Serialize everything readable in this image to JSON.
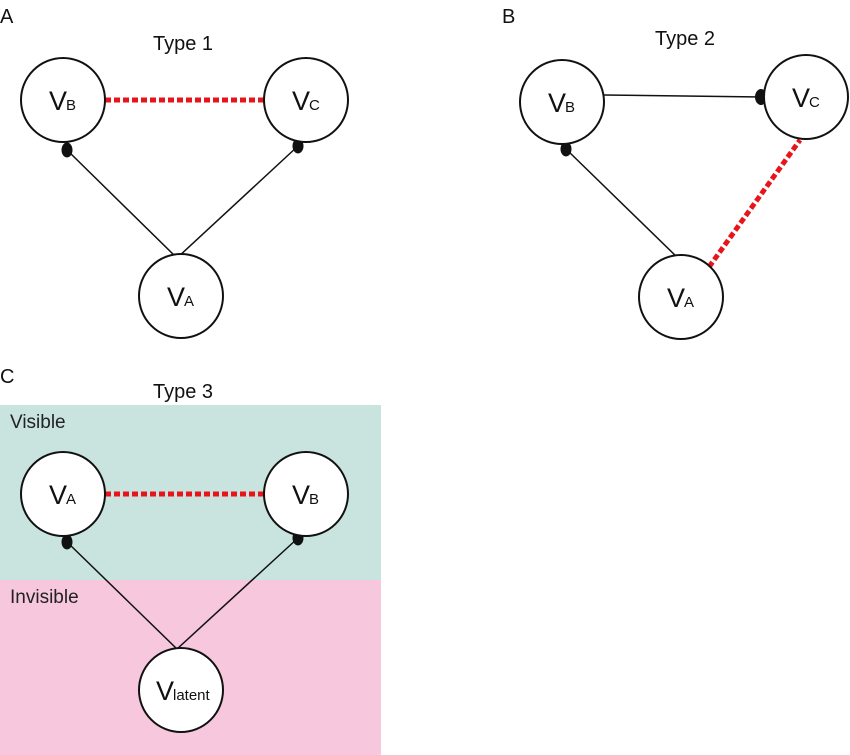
{
  "panels": {
    "a": {
      "letter": "A",
      "title": "Type 1",
      "nodes": {
        "b": {
          "letter": "V",
          "sub": "B"
        },
        "c": {
          "letter": "V",
          "sub": "C"
        },
        "a": {
          "letter": "V",
          "sub": "A"
        }
      }
    },
    "b": {
      "letter": "B",
      "title": "Type 2",
      "nodes": {
        "b": {
          "letter": "V",
          "sub": "B"
        },
        "c": {
          "letter": "V",
          "sub": "C"
        },
        "a": {
          "letter": "V",
          "sub": "A"
        }
      }
    },
    "c": {
      "letter": "C",
      "title": "Type 3",
      "visible_label": "Visible",
      "invisible_label": "Invisible",
      "nodes": {
        "a": {
          "letter": "V",
          "sub": "A"
        },
        "b": {
          "letter": "V",
          "sub": "B"
        },
        "latent": {
          "letter": "V",
          "sub": "latent"
        }
      }
    }
  },
  "colors": {
    "dotted_edge": "#e8141c",
    "visible_region": "#c9e4df",
    "invisible_region": "#f7c8dd",
    "line": "#111111"
  }
}
